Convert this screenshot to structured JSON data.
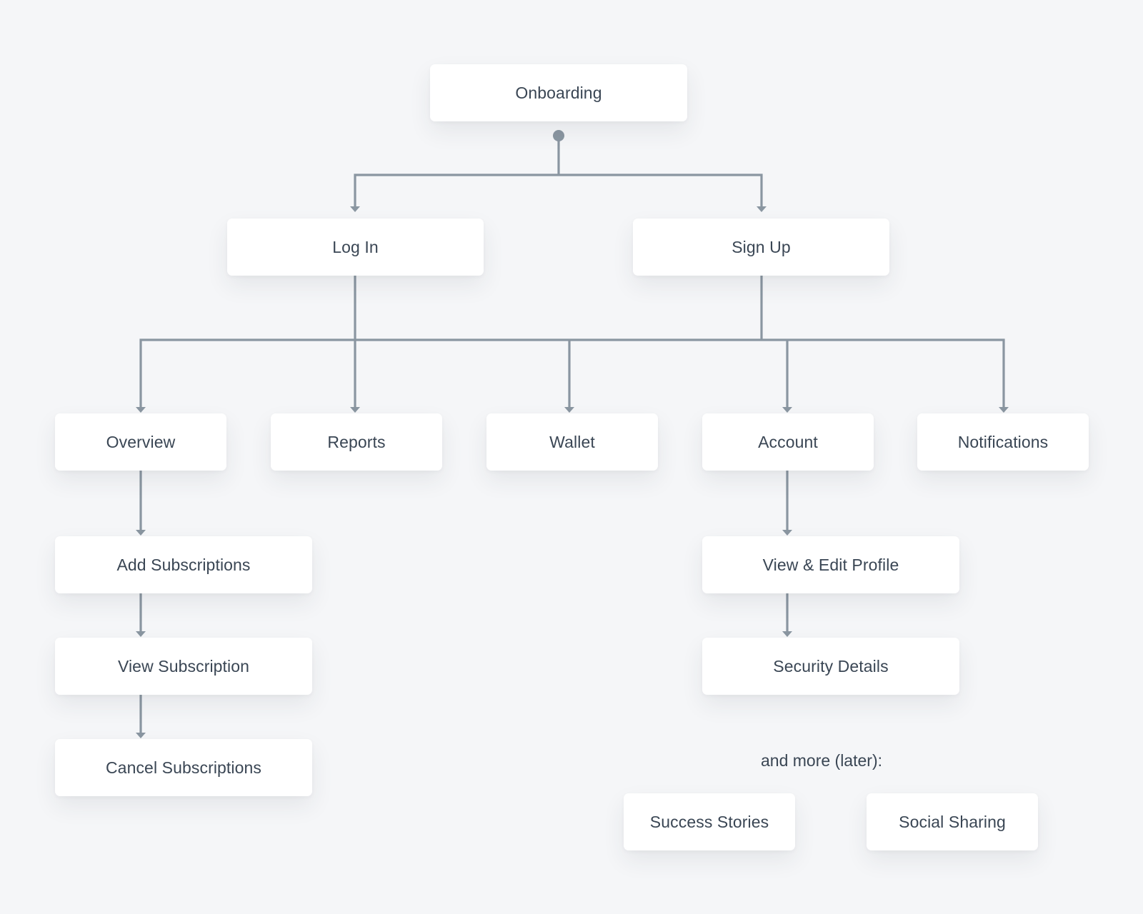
{
  "nodes": {
    "onboarding": "Onboarding",
    "login": "Log In",
    "signup": "Sign Up",
    "overview": "Overview",
    "reports": "Reports",
    "wallet": "Wallet",
    "account": "Account",
    "notifications": "Notifications",
    "add_subscriptions": "Add Subscriptions",
    "view_subscription": "View Subscription",
    "cancel_subscriptions": "Cancel Subscriptions",
    "view_edit_profile": "View & Edit Profile",
    "security_details": "Security Details",
    "success_stories": "Success Stories",
    "social_sharing": "Social Sharing"
  },
  "later_label": "and more (later):",
  "colors": {
    "background": "#f5f6f8",
    "node_fill": "#ffffff",
    "text": "#3a4654",
    "connector": "#8a96a1"
  }
}
